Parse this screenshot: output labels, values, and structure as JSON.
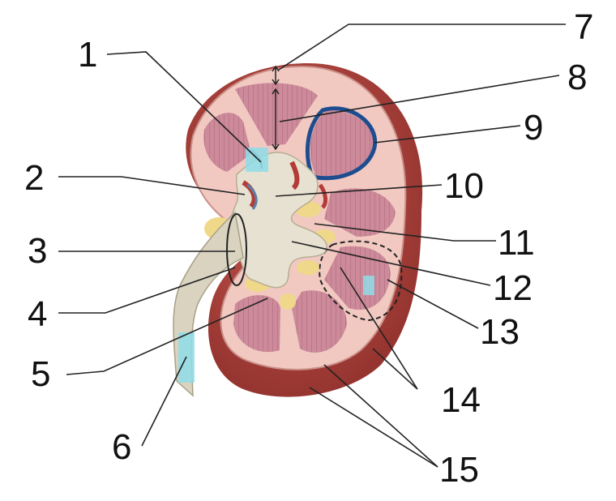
{
  "labels": [
    {
      "id": "1",
      "text": "1"
    },
    {
      "id": "2",
      "text": "2"
    },
    {
      "id": "3",
      "text": "3"
    },
    {
      "id": "4",
      "text": "4"
    },
    {
      "id": "5",
      "text": "5"
    },
    {
      "id": "6",
      "text": "6"
    },
    {
      "id": "7",
      "text": "7"
    },
    {
      "id": "8",
      "text": "8"
    },
    {
      "id": "9",
      "text": "9"
    },
    {
      "id": "10",
      "text": "10"
    },
    {
      "id": "11",
      "text": "11"
    },
    {
      "id": "12",
      "text": "12"
    },
    {
      "id": "13",
      "text": "13"
    },
    {
      "id": "14",
      "text": "14"
    },
    {
      "id": "15",
      "text": "15"
    }
  ],
  "colors": {
    "capsule": "#b5463f",
    "capsule_dark": "#8e2f2b",
    "cortex": "#f1c9c1",
    "pyramid": "#cc8a9a",
    "pelvis": "#e6e1d1",
    "ureter": "#d9d3c0",
    "fat": "#efd88a",
    "vessel_red": "#b33a36",
    "vessel_blue": "#5a7fa8",
    "highlight_cyan": "#8fdce8",
    "outline_blue": "#1e4d8f",
    "text": "#111111"
  }
}
